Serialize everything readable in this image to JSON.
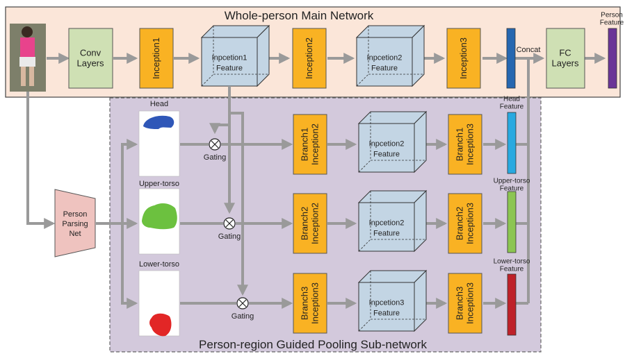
{
  "main_network": {
    "title": "Whole-person Main Network",
    "conv_layers": "Conv\nLayers",
    "inception1": "Inception1",
    "inception1_feature": "Inpcetion1\nFeature",
    "inception2": "Inception2",
    "inception2_feature": "Inpcetion2\nFeature",
    "inception3": "Inception3",
    "concat": "Concat",
    "fc_layers": "FC\nLayers",
    "person_feature": "Person\nFeature"
  },
  "sub_network": {
    "title": "Person-region Guided Pooling Sub-network",
    "parsing_net": "Person\nParsing\nNet",
    "gating": "Gating",
    "regions": [
      {
        "region": "Head",
        "branch_a": "Branch1\nInception2",
        "feature": "Inpcetion2\nFeature",
        "branch_b": "Branch1\nInception3",
        "out_feature": "Head\nFeature"
      },
      {
        "region": "Upper-torso",
        "branch_a": "Branch2\nInception2",
        "feature": "Inpcetion2\nFeature",
        "branch_b": "Branch2\nInception3",
        "out_feature": "Upper-torso\nFeature"
      },
      {
        "region": "Lower-torso",
        "branch_a": "Branch3\nInception3",
        "feature": "Inpcetion3\nFeature",
        "branch_b": "Branch3\nInception3",
        "out_feature": "Lower-torso\nFeature"
      }
    ]
  },
  "colors": {
    "main_bg": "#fbe6d9",
    "sub_bg": "#d3c9dc",
    "conv": "#cfe0b4",
    "inception": "#f9b223",
    "feature_cube": "#c3d5e4",
    "parsing": "#efc3bf",
    "main_bar": "#2667b0",
    "person_bar": "#6a3597",
    "head_bar": "#29a9e0",
    "upper_bar": "#8cc552",
    "lower_bar": "#be2129",
    "head_mask": "#2f57b8",
    "upper_mask": "#6cc13f",
    "lower_mask": "#e22626"
  }
}
